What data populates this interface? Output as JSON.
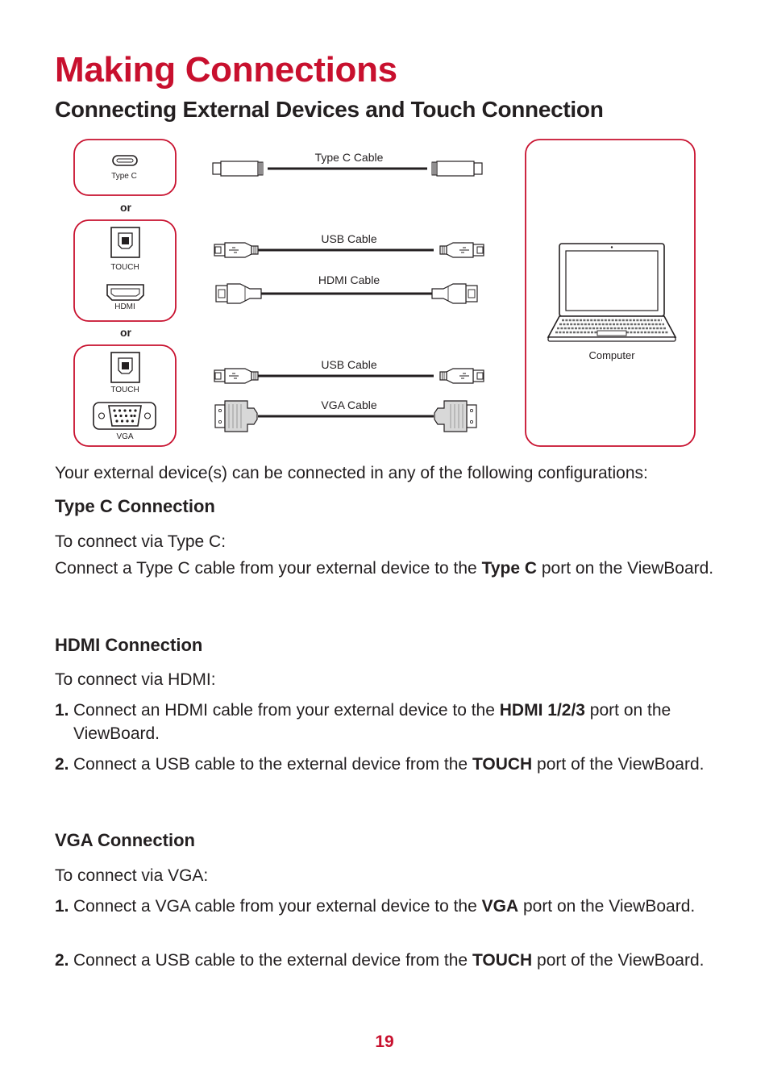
{
  "page": {
    "title": "Making Connections",
    "subtitle": "Connecting External Devices and Touch Connection",
    "page_number": "19"
  },
  "diagram": {
    "port_typec": "Type C",
    "or1": "or",
    "port_touch1": "TOUCH",
    "port_hdmi": "HDMI",
    "or2": "or",
    "port_touch2": "TOUCH",
    "port_vga": "VGA",
    "cable_typec": "Type C  Cable",
    "cable_usb1": "USB Cable",
    "cable_hdmi": "HDMI Cable",
    "cable_usb2": "USB Cable",
    "cable_vga": "VGA Cable",
    "computer": "Computer"
  },
  "intro": "Your external device(s) can be connected in any of the following configurations:",
  "typec": {
    "heading": "Type C Connection",
    "lead": "To connect via Type C:",
    "p_before": "Connect a Type C cable from your external device to the ",
    "p_bold": "Type C",
    "p_after": " port on the ViewBoard."
  },
  "hdmi": {
    "heading": "HDMI Connection",
    "lead": "To connect via HDMI:",
    "step1_num": "1.",
    "step1_before": "Connect an HDMI cable from your external device to the ",
    "step1_bold": "HDMI 1/2/3",
    "step1_after": " port on the ViewBoard.",
    "step2_num": "2.",
    "step2_before": "Connect a USB cable to the external device from the ",
    "step2_bold": "TOUCH",
    "step2_after": " port of the ViewBoard."
  },
  "vga": {
    "heading": "VGA Connection",
    "lead": "To connect via VGA:",
    "step1_num": "1.",
    "step1_before": "Connect a VGA cable from your external device to the ",
    "step1_bold": "VGA",
    "step1_after": " port on the ViewBoard.",
    "step2_num": "2.",
    "step2_before": "Connect a USB cable to the external device from the ",
    "step2_bold": "TOUCH",
    "step2_after": " port of the ViewBoard."
  },
  "colors": {
    "accent": "#c8102e",
    "text": "#231f20"
  }
}
